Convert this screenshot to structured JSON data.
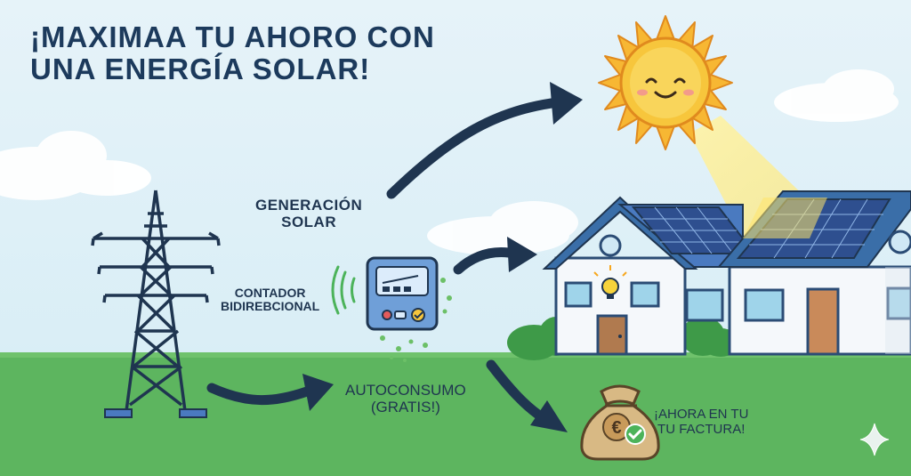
{
  "title": {
    "line1": "¡MAXIMAA TU AHORO CON",
    "line2": "UNA ENERGÍA SOLAR!"
  },
  "labels": {
    "generation": {
      "line1": "GENERACIÓN",
      "line2": "SOLAR"
    },
    "meter": {
      "line1": "CONTADOR",
      "line2": "BIDIREBCIONAL"
    },
    "selfconsumption": {
      "line1": "AUTOCONSUMO",
      "line2": "(GRATIS!)"
    },
    "savings": {
      "line1": "¡AHORA EN TU",
      "line2": "TU FACTURA!"
    }
  },
  "money_bag": {
    "symbol": "€"
  },
  "colors": {
    "sky": "#dff0f7",
    "grass": "#5db55f",
    "navy": "#1f3550",
    "sun": "#f7c63c",
    "sun_face": "#fbe37a",
    "roof": "#3a6ea8",
    "panel": "#2e4f8f",
    "meter_body": "#6f9fd8",
    "bag": "#d8b984",
    "check": "#4cb35a"
  },
  "icons": [
    "sun-icon",
    "power-tower-icon",
    "smart-meter-icon",
    "house-icon",
    "solar-panel-icon",
    "money-bag-icon",
    "check-icon",
    "sparkle-icon",
    "bulb-icon"
  ]
}
